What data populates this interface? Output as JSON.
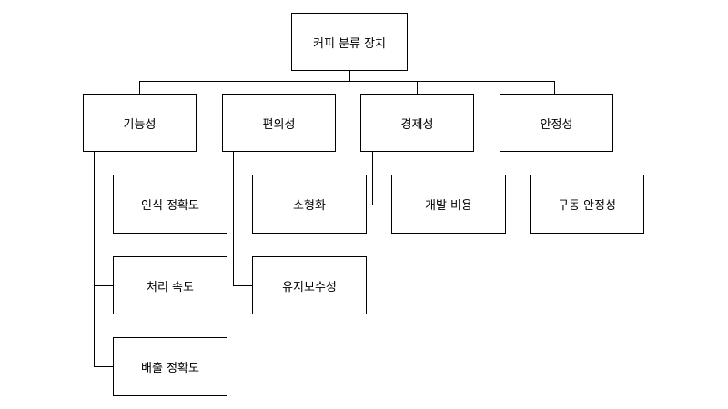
{
  "root": {
    "label": "커피 분류 장치"
  },
  "categories": [
    {
      "label": "기능성",
      "children": [
        "인식 정확도",
        "처리 속도",
        "배출 정확도"
      ]
    },
    {
      "label": "편의성",
      "children": [
        "소형화",
        "유지보수성"
      ]
    },
    {
      "label": "경제성",
      "children": [
        "개발 비용"
      ]
    },
    {
      "label": "안정성",
      "children": [
        "구동 안정성"
      ]
    }
  ]
}
